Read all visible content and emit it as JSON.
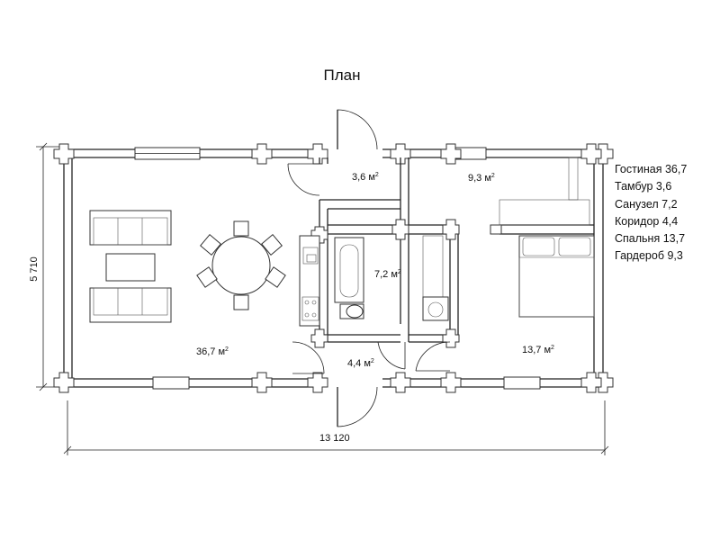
{
  "plan": {
    "title": "План",
    "rooms": [
      {
        "number": "36,7",
        "unit": "м",
        "exp": "2"
      },
      {
        "number": "3,6",
        "unit": "м",
        "exp": "2"
      },
      {
        "number": "9,3",
        "unit": "м",
        "exp": "2"
      },
      {
        "number": "7,2",
        "unit": "м",
        "exp": "2"
      },
      {
        "number": "4,4",
        "unit": "м",
        "exp": "2"
      },
      {
        "number": "13,7",
        "unit": "м",
        "exp": "2"
      }
    ],
    "legend": [
      "Гостиная 36,7",
      "Тамбур 3,6",
      "Санузел 7,2",
      "Коридор 4,4",
      "Спальня 13,7",
      "Гардероб 9,3"
    ],
    "dimensions": {
      "width": "13 120",
      "height": "5 710"
    }
  }
}
